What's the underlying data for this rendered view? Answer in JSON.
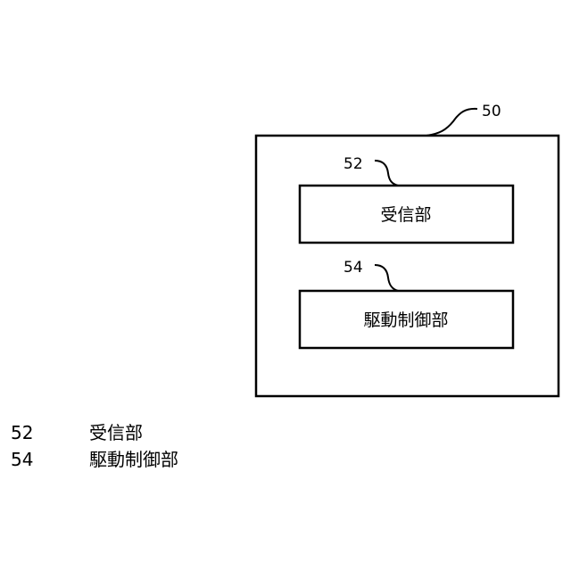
{
  "diagram": {
    "outer_box": {
      "ref": "50"
    },
    "inner_boxes": [
      {
        "ref": "52",
        "label": "受信部"
      },
      {
        "ref": "54",
        "label": "駆動制御部"
      }
    ]
  },
  "legend": [
    {
      "num": "52",
      "text": "受信部"
    },
    {
      "num": "54",
      "text": "駆動制御部"
    }
  ]
}
